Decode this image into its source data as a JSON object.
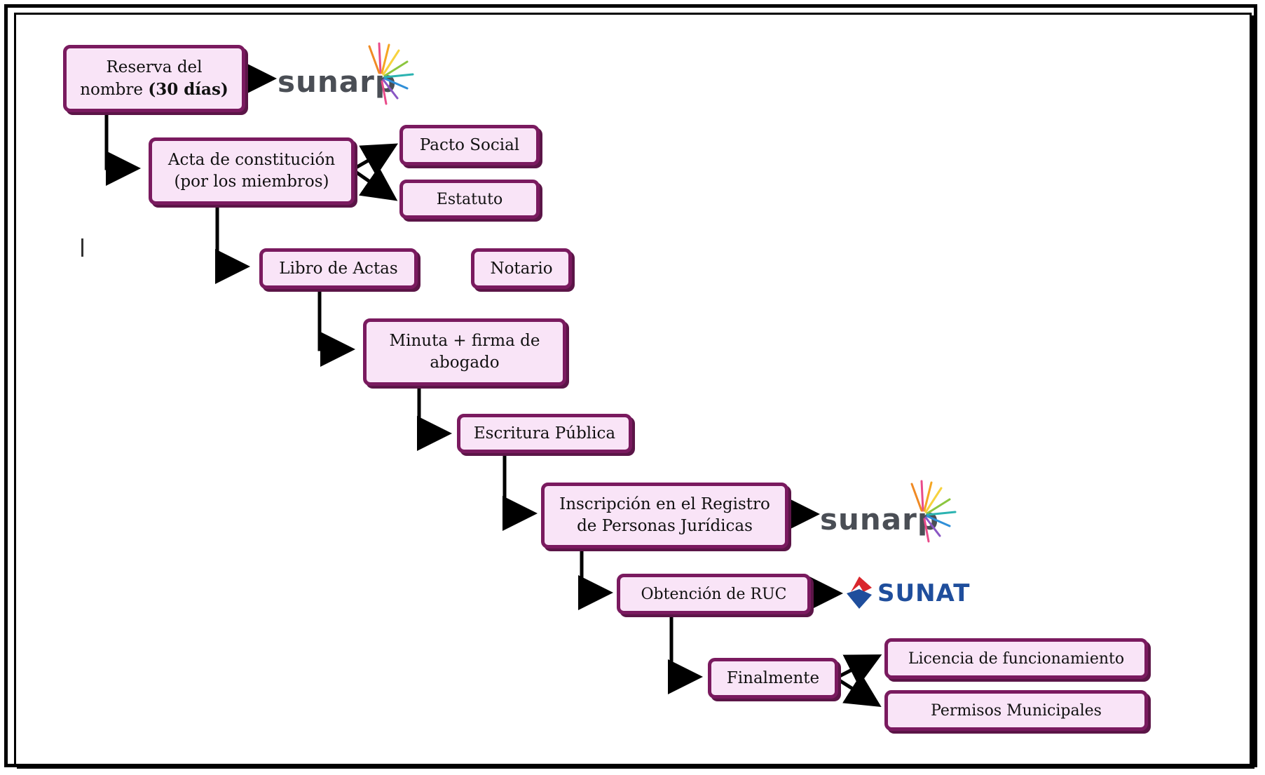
{
  "nodes": {
    "reserva_line1": "Reserva del",
    "reserva_line2_pre": "nombre ",
    "reserva_line2_bold": "(30 días)",
    "acta": "Acta de constitución\n(por los miembros)",
    "pacto": "Pacto Social",
    "estatuto": "Estatuto",
    "libro": "Libro de Actas",
    "notario": "Notario",
    "minuta": "Minuta + firma de\nabogado",
    "escritura": "Escritura Pública",
    "inscripcion": "Inscripción en el Registro\nde Personas Jurídicas",
    "ruc": "Obtención de RUC",
    "finalmente": "Finalmente",
    "licencia": "Licencia de funcionamiento",
    "permisos": "Permisos Municipales"
  },
  "logos": {
    "sunarp": "sunarp",
    "sunat": "SUNAT"
  },
  "colors": {
    "node_fill": "#f9e4f7",
    "node_border": "#7a1a5f",
    "arrow": "#000000",
    "sunarp_text": "#4a4e55",
    "sunat_text": "#1f4e9c",
    "sunat_red": "#d9262c"
  }
}
